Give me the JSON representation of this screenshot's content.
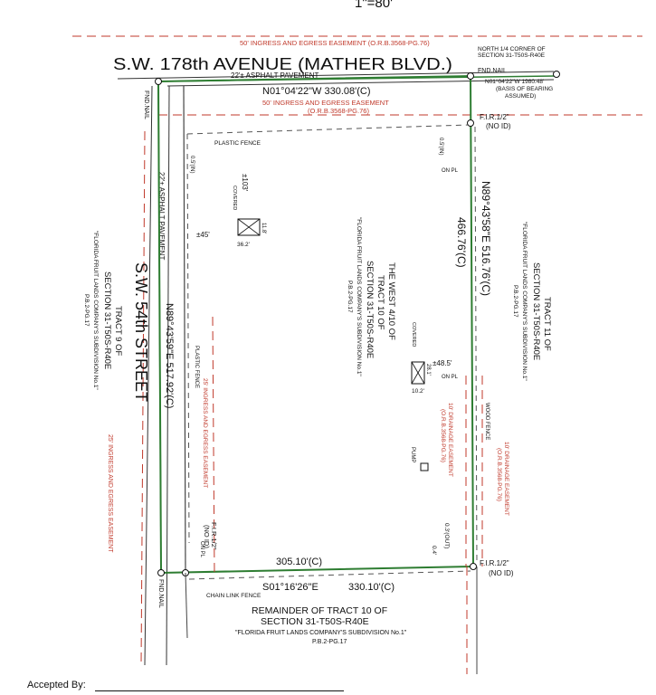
{
  "header": {
    "scale": "1\"=80'"
  },
  "roads": {
    "north_road": "S.W. 178th AVENUE (MATHER BLVD.)",
    "west_road": "S.W. 54th STREET",
    "north_pavement": "22'± ASPHALT PAVEMENT",
    "west_pavement": "22'± ASPHALT PAVEMENT"
  },
  "easements": {
    "top_50": "50' INGRESS AND EGRESS EASEMENT (O.R.B.3568-PG.76)",
    "inner_50_line1": "50' INGRESS AND EGRESS EASEMENT",
    "inner_50_line2": "(O.R.B.3568-PG.76)",
    "ingress_25_inner": "25' INGRESS AND EGRESS EASEMENT",
    "ingress_25_outer": "25' INGRESS AND EGRESS EASEMENT",
    "drainage_10_inner_line1": "10' DRAINAGE EASEMENT",
    "drainage_10_inner_line2": "(O.R.B.3568-PG.76)",
    "drainage_10_outer_line1": "10' DRAINAGE EASEMENT",
    "drainage_10_outer_line2": "(O.R.B.3568-PG.76)"
  },
  "corner_note": {
    "line1": "NORTH 1/4 CORNER OF",
    "line2": "SECTION 31-T50S-R40E",
    "fnd_nail": "FND.NAIL",
    "bearing": "N01°04'22\"W 1980.48'",
    "basis1": "(BASIS OF BEARING",
    "basis2": "ASSUMED)"
  },
  "bearings": {
    "north": "N01°04'22\"W 330.08'(C)",
    "east_bearing": "N89°43'58\"E 516.76'(C)",
    "east_dim": "466.76'(C)",
    "west": "N89°43'59\"E 517.92'(C)",
    "south_bearing": "S01°16'26\"E",
    "south_dist": "330.10'(C)",
    "south_inner": "305.10'(C)"
  },
  "monuments": {
    "fir_ne": "F.I.R.1/2\"",
    "fir_ne_id": "(NO ID)",
    "fir_se": "F.I.R.1/2\"",
    "fir_se_id": "(NO ID)",
    "fir_sw": "F.I.R.1/2\"",
    "fir_sw_id": "(NO ID)",
    "fnd_nail_nw": "FND.NAIL",
    "fnd_nail_sw": "FND.NAIL"
  },
  "labels": {
    "plastic_fence_top": "PLASTIC FENCE",
    "plastic_fence_west": "PLASTIC FENCE",
    "chain_link": "CHAIN LINK FENCE",
    "wood_fence": "WOOD FENCE",
    "on_pl_1": "ON PL",
    "on_pl_2": "ON PL",
    "on_pl_3": "ON PL",
    "dim_05_in": "0.5'(IN)",
    "dim_05_in2": "0.5'(IN)",
    "dim_03_out": "0.3'(OUT)",
    "dim_04": "0.4'",
    "covered_1": "COVERED",
    "covered_2": "COVERED",
    "d_103": "±103'",
    "d_45": "±45'",
    "d_362": "36.2'",
    "d_118": "11.8'",
    "d_485": "±48.5'",
    "d_281": "28.1'",
    "d_102": "10.2'",
    "pump": "PUMP"
  },
  "tracts": {
    "center": [
      "THE WEST 4/10 OF",
      "TRACT 10 OF",
      "SECTION 31-T50S-R40E",
      "\"FLORIDA FRUIT LANDS COMPANY'S SUBDIVISION No.1\"",
      "P.B.2-PG.17"
    ],
    "east": [
      "TRACT 11 OF",
      "SECTION 31-T50S-R40E",
      "\"FLORIDA FRUIT LANDS COMPANY'S SUBDIVISION No.1\"",
      "P.B.2-PG.17"
    ],
    "west": [
      "TRACT 9 OF",
      "SECTION 31-T50S-R40E",
      "\"FLORIDA FRUIT LANDS COMPANY'S SUBDIVISION No.1\"",
      "P.B.2-PG.17"
    ],
    "south": [
      "REMAINDER OF TRACT 10 OF",
      "SECTION 31-T50S-R40E",
      "\"FLORIDA FRUIT LANDS COMPANY'S SUBDIVISION No.1\"",
      "P.B.2-PG.17"
    ]
  },
  "footer": {
    "accepted_by": "Accepted By:"
  }
}
